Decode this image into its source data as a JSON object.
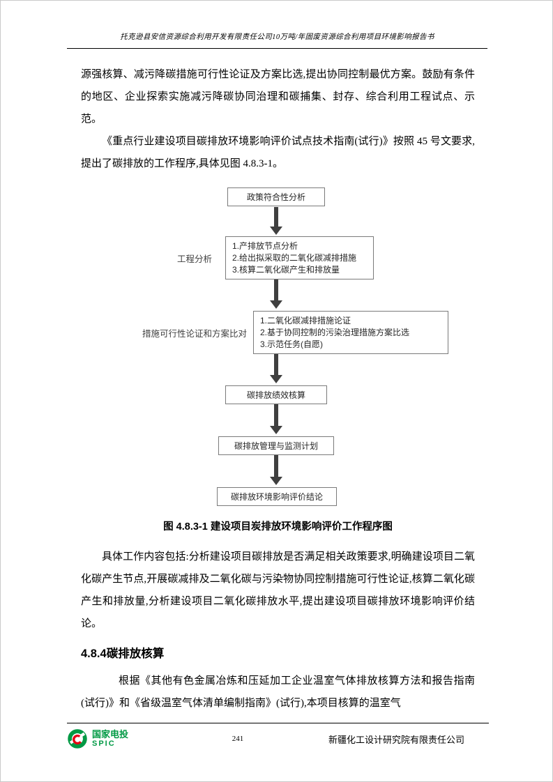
{
  "page": {
    "header_title": "托克逊县安信资源综合利用开发有限责任公司10万吨/年固废资源综合利用项目环境影响报告书"
  },
  "content": {
    "para1": "源强核算、减污降碳措施可行性论证及方案比选,提出协同控制最优方案。鼓励有条件的地区、企业探索实施减污降碳协同治理和碳捕集、封存、综合利用工程试点、示范。",
    "para2": "《重点行业建设项目碳排放环境影响评价试点技术指南(试行)》按照 45 号文要求,提出了碳排放的工作程序,具体见图 4.8.3-1。",
    "figure_caption": "图 4.8.3-1 建设项目炭排放环境影响评价工作程序图",
    "para3": "具体工作内容包括:分析建设项目碳排放是否满足相关政策要求,明确建设项目二氧化碳产生节点,开展碳减排及二氧化碳与污染物协同控制措施可行性论证,核算二氧化碳产生和排放量,分析建设项目二氧化碳排放水平,提出建设项目碳排放环境影响评价结论。",
    "section_heading": "4.8.4碳排放核算",
    "para4": "根据《其他有色金属冶炼和压延加工企业温室气体排放核算方法和报告指南(试行)》和《省级温室气体清单编制指南》(试行),本项目核算的温室气"
  },
  "flowchart": {
    "nodes": [
      {
        "label": "政策符合性分析"
      },
      {
        "side_label": "工程分析",
        "lines": [
          "1.产排放节点分析",
          "2.给出拟采取的二氧化碳减排措施",
          "3.核算二氧化碳产生和排放量"
        ]
      },
      {
        "side_label": "措施可行性论证和方案比对",
        "lines": [
          "1.二氧化碳减排措施论证",
          "2.基于协同控制的污染治理措施方案比选",
          "3.示范任务(自愿)"
        ]
      },
      {
        "label": "碳排放绩效核算"
      },
      {
        "label": "碳排放管理与监测计划"
      },
      {
        "label": "碳排放环境影响评价结论"
      }
    ]
  },
  "footer": {
    "logo_text": "国家电投",
    "logo_subtext": "SPIC",
    "page_number": "241",
    "company": "新疆化工设计研究院有限责任公司"
  },
  "colors": {
    "logo_green": "#009944",
    "logo_red": "#e50012",
    "arrow_gray": "#3f3f3f"
  }
}
